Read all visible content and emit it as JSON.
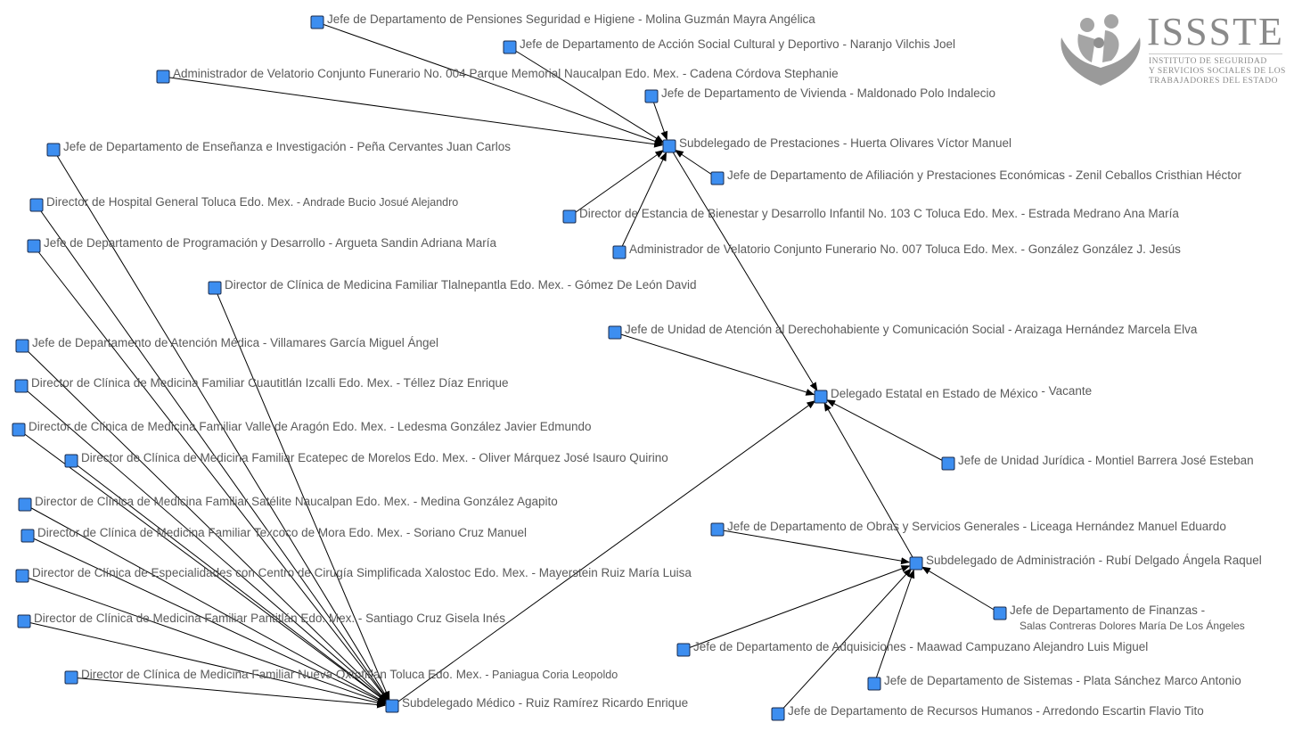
{
  "logo": {
    "title": "ISSSTE",
    "lines": [
      "Instituto de Seguridad",
      "y Servicios Sociales de los",
      "Trabajadores del Estado"
    ]
  },
  "colors": {
    "node_fill": "#3d8ef0",
    "node_stroke": "#1a2a4a",
    "edge": "#000000",
    "label": "#5a5a5a"
  },
  "nodes": [
    {
      "role": "Jefe de Departamento de Pensiones Seguridad e Higiene",
      "person": "Molina Guzmán Mayra Angélica"
    },
    {
      "role": "Jefe de Departamento de Acción Social Cultural y Deportivo",
      "person": "Naranjo Vilchis Joel"
    },
    {
      "role": "Administrador de Velatorio Conjunto Funerario No. 004 Parque Memorial Naucalpan Edo. Mex.",
      "person": "Cadena Córdova Stephanie"
    },
    {
      "role": "Jefe de Departamento de Vivienda",
      "person": "Maldonado Polo Indalecio"
    },
    {
      "role": "Subdelegado de Prestaciones",
      "person": "Huerta Olivares Víctor Manuel"
    },
    {
      "role": "Jefe de Departamento de Afiliación y Prestaciones Económicas",
      "person": "Zenil Ceballos Cristhian Héctor"
    },
    {
      "role": "Jefe de Departamento de Enseñanza e Investigación",
      "person": "Peña Cervantes Juan Carlos"
    },
    {
      "role": "Director de Estancia de Bienestar y Desarrollo Infantil No. 103 C Toluca Edo. Mex.",
      "person": "Estrada Medrano Ana María"
    },
    {
      "role": "Administrador de Velatorio Conjunto Funerario No. 007 Toluca Edo. Mex.",
      "person": "González González J. Jesús"
    },
    {
      "role": "Director de Hospital General Toluca Edo. Mex.",
      "person": "Andrade Bucio Josué Alejandro"
    },
    {
      "role": "Jefe de Departamento de Programación y Desarrollo",
      "person": "Argueta Sandin Adriana María"
    },
    {
      "role": "Director de Clínica de Medicina Familiar Tlalnepantla Edo. Mex.",
      "person": "Gómez De León David"
    },
    {
      "role": "Jefe de Unidad de Atención al Derechohabiente y Comunicación Social",
      "person": "Araizaga Hernández Marcela Elva"
    },
    {
      "role": "Delegado Estatal en Estado de México",
      "person": "Vacante"
    },
    {
      "role": "Jefe de Departamento de Atención Médica",
      "person": "Villamares García Miguel Ángel"
    },
    {
      "role": "Director de Clínica de Medicina Familiar Cuautitlán Izcalli Edo. Mex.",
      "person": "Téllez Díaz Enrique"
    },
    {
      "role": "Director de Clínica de Medicina Familiar Valle de Aragón Edo. Mex.",
      "person": "Ledesma González Javier Edmundo"
    },
    {
      "role": "Director de Clínica de Medicina Familiar Ecatepec de Morelos Edo. Mex.",
      "person": "Oliver Márquez José Isauro Quirino"
    },
    {
      "role": "Jefe de Unidad Jurídica",
      "person": "Montiel Barrera José Esteban"
    },
    {
      "role": "Director de Clínica de Medicina Familiar Satélite Naucalpan Edo. Mex.",
      "person": "Medina González Agapito"
    },
    {
      "role": "Jefe de Departamento de Obras y Servicios Generales",
      "person": "Liceaga Hernández Manuel Eduardo"
    },
    {
      "role": "Director de Clínica de Medicina Familiar Texcoco de Mora Edo. Mex.",
      "person": "Soriano Cruz Manuel"
    },
    {
      "role": "Subdelegado de Administración",
      "person": "Rubí Delgado Ángela Raquel"
    },
    {
      "role": "Director de Clínica de Especialidades con Centro de Cirugía Simplificada Xalostoc Edo. Mex.",
      "person": "Mayerstein Ruiz María Luisa"
    },
    {
      "role": "Jefe de Departamento de Finanzas",
      "person": "Salas Contreras Dolores María De Los Ángeles"
    },
    {
      "role": "Director de Clínica de Medicina Familiar Pantitlán Edo. Mex.",
      "person": "Santiago Cruz Gisela Inés"
    },
    {
      "role": "Jefe de Departamento de Adquisiciones",
      "person": "Maawad Campuzano Alejandro Luis Miguel"
    },
    {
      "role": "Jefe de Departamento de Sistemas",
      "person": "Plata Sánchez Marco Antonio"
    },
    {
      "role": "Director de Clínica de Medicina Familiar Nueva Oxtotitlan Toluca Edo. Mex.",
      "person": "Paniagua Coria Leopoldo"
    },
    {
      "role": "Subdelegado Médico",
      "person": "Ruiz Ramírez Ricardo Enrique"
    },
    {
      "role": "Jefe de Departamento de Recursos Humanos",
      "person": "Arredondo Escartin Flavio Tito"
    }
  ],
  "edges": [
    [
      0,
      4
    ],
    [
      1,
      4
    ],
    [
      2,
      4
    ],
    [
      3,
      4
    ],
    [
      5,
      4
    ],
    [
      7,
      4
    ],
    [
      8,
      4
    ],
    [
      4,
      13
    ],
    [
      12,
      13
    ],
    [
      18,
      13
    ],
    [
      22,
      13
    ],
    [
      29,
      13
    ],
    [
      20,
      22
    ],
    [
      24,
      22
    ],
    [
      26,
      22
    ],
    [
      27,
      22
    ],
    [
      30,
      22
    ],
    [
      6,
      29
    ],
    [
      9,
      29
    ],
    [
      10,
      29
    ],
    [
      11,
      29
    ],
    [
      14,
      29
    ],
    [
      15,
      29
    ],
    [
      16,
      29
    ],
    [
      17,
      29
    ],
    [
      19,
      29
    ],
    [
      21,
      29
    ],
    [
      23,
      29
    ],
    [
      25,
      29
    ],
    [
      28,
      29
    ]
  ]
}
